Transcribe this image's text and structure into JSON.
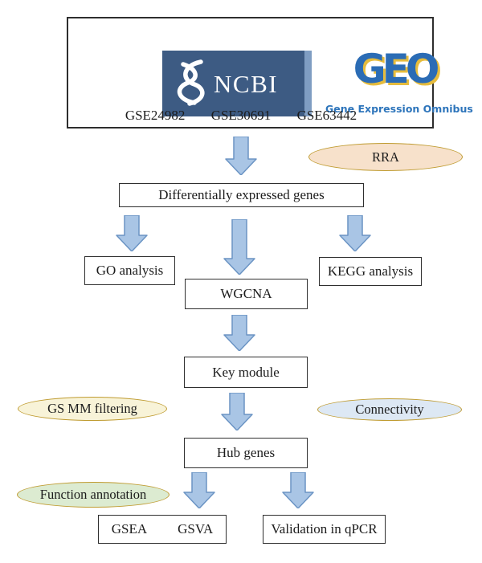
{
  "figure": {
    "datasets_panel": {
      "ncbi_label": "NCBI",
      "geo_word": "GEO",
      "geo_subtitle": "Gene Expression Omnibus",
      "datasets": [
        "GSE24982",
        "GSE30691",
        "GSE63442"
      ]
    },
    "nodes": {
      "deg": "Differentially expressed genes",
      "go": "GO analysis",
      "wgcna": "WGCNA",
      "kegg": "KEGG analysis",
      "key_module": "Key module",
      "hub_genes": "Hub genes",
      "gsea": "GSEA",
      "gsva": "GSVA",
      "qpcr": "Validation in qPCR"
    },
    "annotations": {
      "rra": "RRA",
      "gs_mm": "GS MM filtering",
      "connectivity": "Connectivity",
      "function_annotation": "Function annotation"
    },
    "colors": {
      "arrow_fill": "#a9c5e5",
      "arrow_stroke": "#6b94c4",
      "box_border": "#2f2f2f",
      "ellipse_stroke": "#bf9b30",
      "rra_fill": "#f7e1cb",
      "gsmm_fill": "#f8f3d8",
      "connectivity_fill": "#dde8f4",
      "function_fill": "#dcebd1",
      "ncbi_bg": "#3d5b83",
      "ncbi_strip": "#7f9dc2",
      "geo_blue": "#2b6cb5",
      "geo_yellow": "#e6bc3d",
      "geo_subtitle": "#2e75bb"
    }
  }
}
